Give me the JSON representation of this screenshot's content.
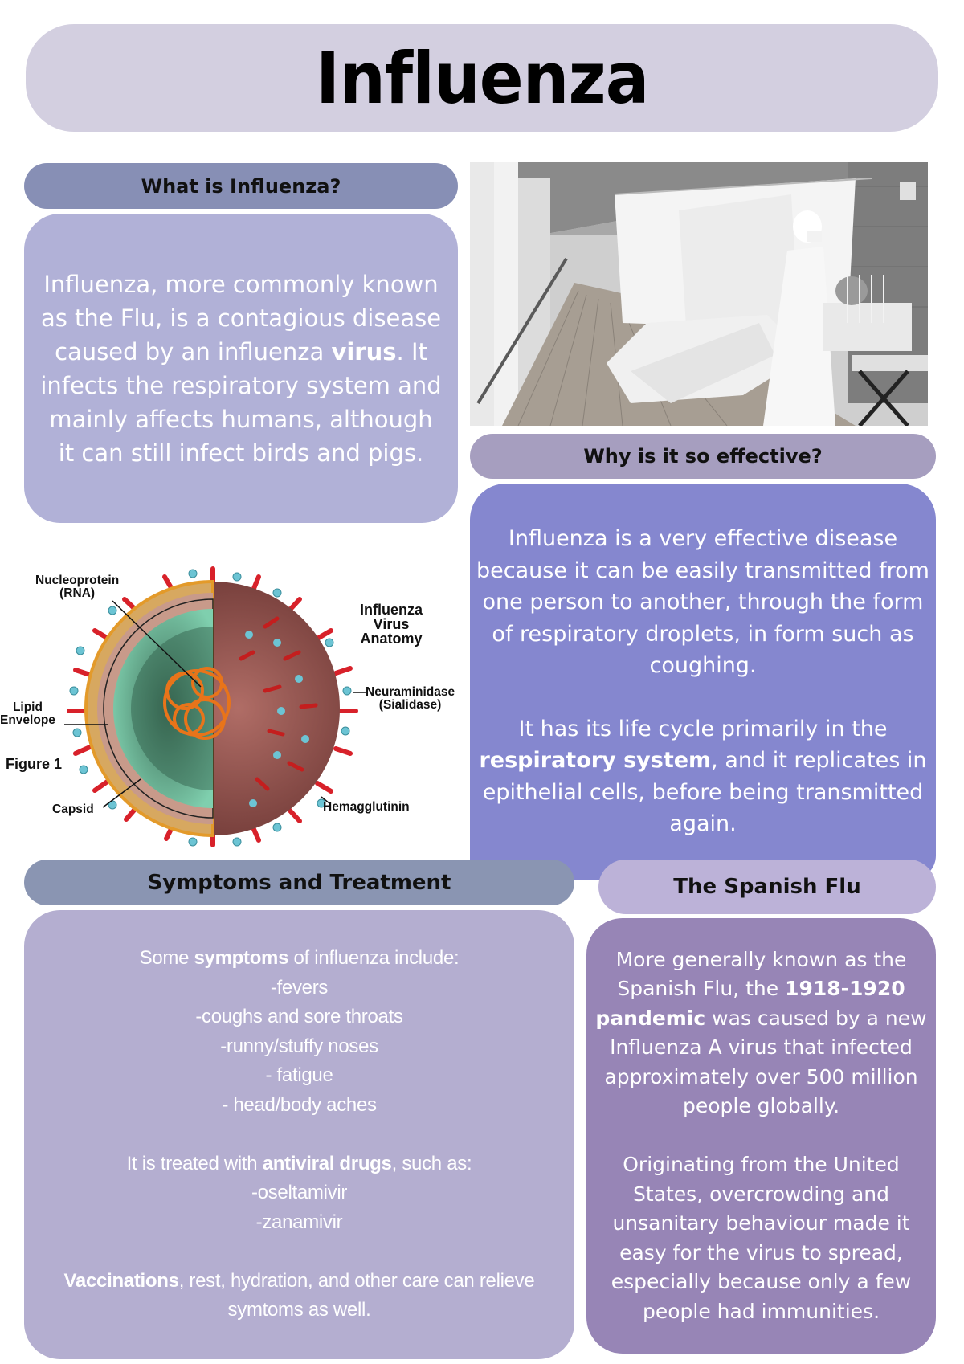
{
  "title": "Influenza",
  "what_section": {
    "heading": "What is Influenza?",
    "body_before_bold": "Influenza, more commonly known as the Flu, is a contagious disease caused by an influenza ",
    "body_bold": "virus",
    "body_after_bold": ". It infects the respiratory system and mainly affects humans, although it can still infect birds and pigs."
  },
  "photo": {
    "description": "Black-and-white historical photo of a nurse wearing a mask attending a patient on a hospital porch ward lined with beds and hanging sheets"
  },
  "effective_section": {
    "heading": "Why is it so effective?",
    "paragraph1": "Influenza is a very effective disease because it can be easily transmitted from one person to another, through the form of respiratory droplets, in form such as coughing.",
    "paragraph2_before_bold": "It has its life cycle primarily in the ",
    "paragraph2_bold": "respiratory system",
    "paragraph2_after_bold": ", and it replicates in epithelial cells, before being transmitted again."
  },
  "virus_figure": {
    "title_line1": "Influenza",
    "title_line2": "Virus",
    "title_line3": "Anatomy",
    "caption": "Figure 1",
    "labels": {
      "nucleoprotein_line1": "Nucleoprotein",
      "nucleoprotein_line2": "(RNA)",
      "lipid_line1": "Lipid",
      "lipid_line2": "Envelope",
      "capsid": "Capsid",
      "neuraminidase_line1": "Neuraminidase",
      "neuraminidase_line2": "(Sialidase)",
      "hemagglutinin": "Hemagglutinin"
    },
    "colors": {
      "spike_red": "#d8212a",
      "spike_blue": "#6cc4d4",
      "capsid_green": "#6fc3a0",
      "rna_orange": "#e8741a",
      "shell_brown": "#9a5a55"
    }
  },
  "symptoms_section": {
    "heading": "Symptoms and Treatment",
    "intro_before_bold": "Some ",
    "intro_bold": "symptoms",
    "intro_after_bold": " of influenza include:",
    "symptoms": [
      "-fevers",
      "-coughs and sore throats",
      "-runny/stuffy noses",
      "- fatigue",
      "- head/body aches"
    ],
    "treatment_before_bold": "It is treated with ",
    "treatment_bold": "antiviral drugs",
    "treatment_after_bold": ", such as:",
    "drugs": [
      "-oseltamivir",
      "-zanamivir"
    ],
    "closing_bold": "Vaccinations",
    "closing_rest": ", rest, hydration, and other care can relieve symtoms as well."
  },
  "spanish_flu_section": {
    "heading": "The Spanish Flu",
    "p1_before_bold": "More generally known as the Spanish Flu, the ",
    "p1_bold": "1918-1920 pandemic",
    "p1_after_bold": " was caused by a new Influenza A virus that infected approximately over 500 million people globally.",
    "p2": "Originating from the United States, overcrowding and unsanitary behaviour made it easy for the virus to spread, especially because only a few people had immunities."
  },
  "colors": {
    "title_bg": "#d3cfe0",
    "what_heading_bg": "#878fb5",
    "what_body_bg": "#b1b1d7",
    "why_heading_bg": "#a69ebf",
    "why_body_bg": "#8587cf",
    "symptoms_heading_bg": "#8a95b2",
    "symptoms_body_bg": "#b4aed0",
    "spanish_heading_bg": "#bcb2d8",
    "spanish_body_bg": "#9785b6"
  }
}
